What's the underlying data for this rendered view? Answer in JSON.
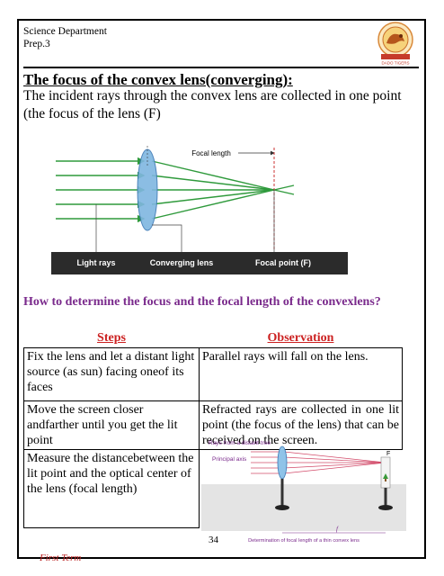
{
  "header": {
    "line1": "Science Department",
    "line2": "Prep.3",
    "logo_text": "DADO TIGERS"
  },
  "title": "The focus of the convex lens(converging):",
  "intro": "The incident rays through the convex lens are collected in one point (the focus of the lens (F)",
  "diagram": {
    "focal_length_label": "Focal length",
    "labels": [
      "Light rays",
      "Converging lens",
      "Focal point (F)"
    ],
    "colors": {
      "rays": "#2f9a3c",
      "lens": "#7fb6e0",
      "label_bg": "#2b2b2b"
    }
  },
  "question": "How to determine the focus and the focal length of the convexlens?",
  "table": {
    "headers": [
      "Steps",
      "Observation"
    ],
    "rows": [
      {
        "step": "Fix the lens and let   a distant light source   (as sun) facing oneof its faces",
        "obs": "Parallel rays will fall on        the lens."
      },
      {
        "step": "Move the screen    closer andfarther until you get the lit point",
        "obs": "Refracted rays are collected in one lit point  (the focus of the lens) that can be received on the screen."
      },
      {
        "step": "Measure the distancebetween the lit point and the optical center of the lens (focal length)",
        "obs": ""
      }
    ]
  },
  "figure2": {
    "labels": [
      "Rays from a distant tree",
      "Principal axis",
      "F",
      "f"
    ],
    "caption": "Determination of focal length of a thin convex lens"
  },
  "footer": {
    "term": "First Term",
    "page": "34"
  }
}
